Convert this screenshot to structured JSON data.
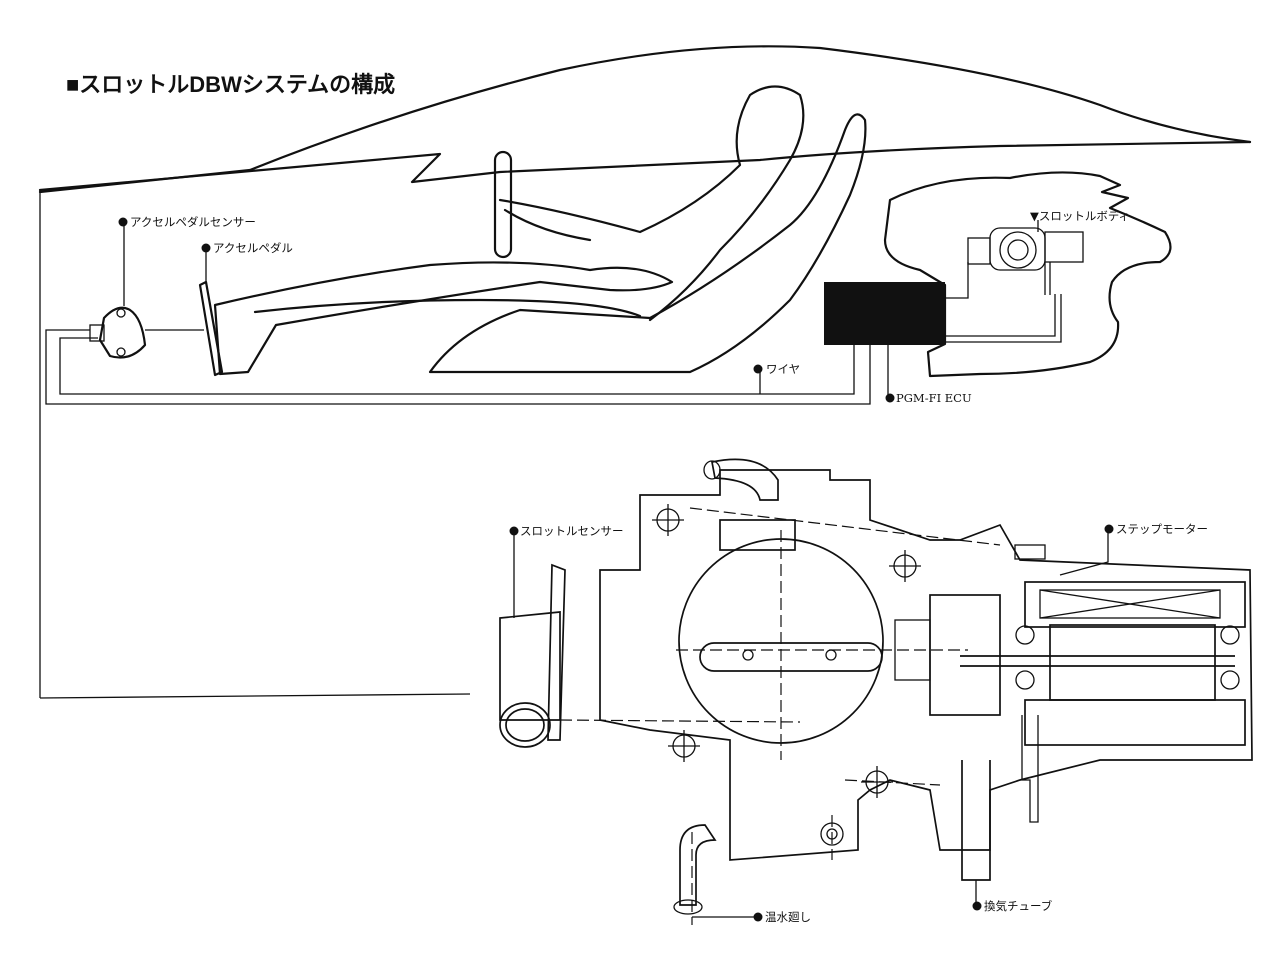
{
  "title": "■スロットルDBWシステムの構成",
  "labels": {
    "accel_sensor": "アクセルペダルセンサー",
    "accel_pedal": "アクセルペダル",
    "throttle_body": "▼スロットルボディ",
    "wire": "ワイヤ",
    "ecu": "PGM-FI ECU",
    "throttle_sensor": "スロットルセンサー",
    "step_motor": "ステップモーター",
    "hot_water": "温水廻し",
    "vent_tube": "換気チューブ"
  }
}
